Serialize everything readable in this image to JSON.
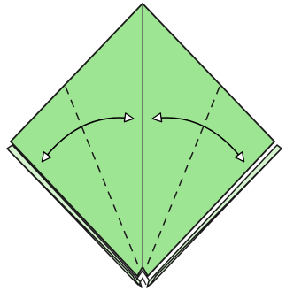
{
  "diagram": {
    "kind": "origami-fold-instruction",
    "steps": [
      {
        "action": "fold-and-unfold",
        "side": "left",
        "icon": "curved-arrow-left-icon"
      },
      {
        "action": "fold-and-unfold",
        "side": "right",
        "icon": "curved-arrow-right-icon"
      }
    ],
    "fold_lines": [
      {
        "type": "valley-fold",
        "side": "left",
        "style": "dashed"
      },
      {
        "type": "valley-fold",
        "side": "right",
        "style": "dashed"
      }
    ]
  },
  "colors": {
    "paper_front": "#9ee593",
    "paper_back": "#d6f3d0",
    "outline": "#1a1a1a",
    "center_crease": "#555555",
    "arrow": "#000000",
    "arrowhead_fill": "#ffffff",
    "background": "#ffffff"
  }
}
